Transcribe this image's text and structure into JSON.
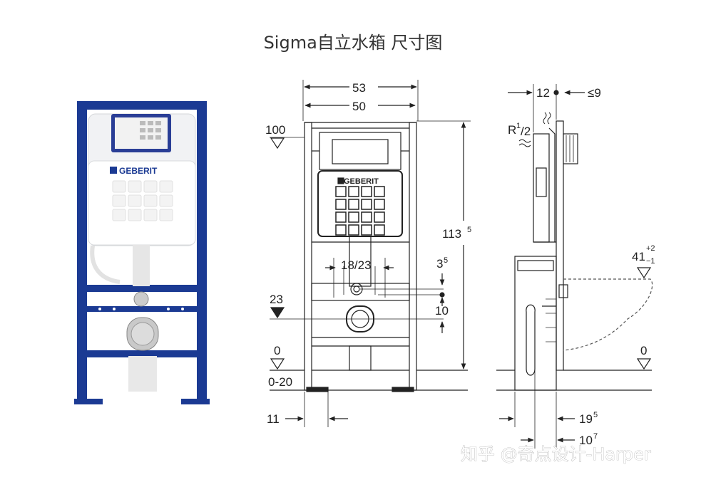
{
  "title": "Sigma自立水箱 尺寸图",
  "brand": "GEBERIT",
  "watermark": "知乎 @奇点设计-Harper",
  "colors": {
    "frame_blue": "#1b3a93",
    "line": "#222222",
    "gray": "#888888"
  },
  "front_dims": {
    "width_outer": "53",
    "width_inner": "50",
    "level_100": "100",
    "height": "113",
    "height_sup": "5",
    "spacing": "18/23",
    "offset_3": "3",
    "offset_3_sup": "5",
    "level_23": "23",
    "level_0": "0",
    "floor": "0-20",
    "dim_10": "10",
    "dim_11": "11"
  },
  "side_dims": {
    "dim_12": "12",
    "dim_le9": "≤9",
    "pipe": "R",
    "pipe_sup": "1",
    "pipe_sub": "/2",
    "level_41": "41",
    "level_41_sup": "+2",
    "level_41_sub": "−1",
    "level_0": "0",
    "dim_19": "19",
    "dim_19_sup": "5",
    "dim_10b": "10",
    "dim_10b_sup": "7"
  }
}
